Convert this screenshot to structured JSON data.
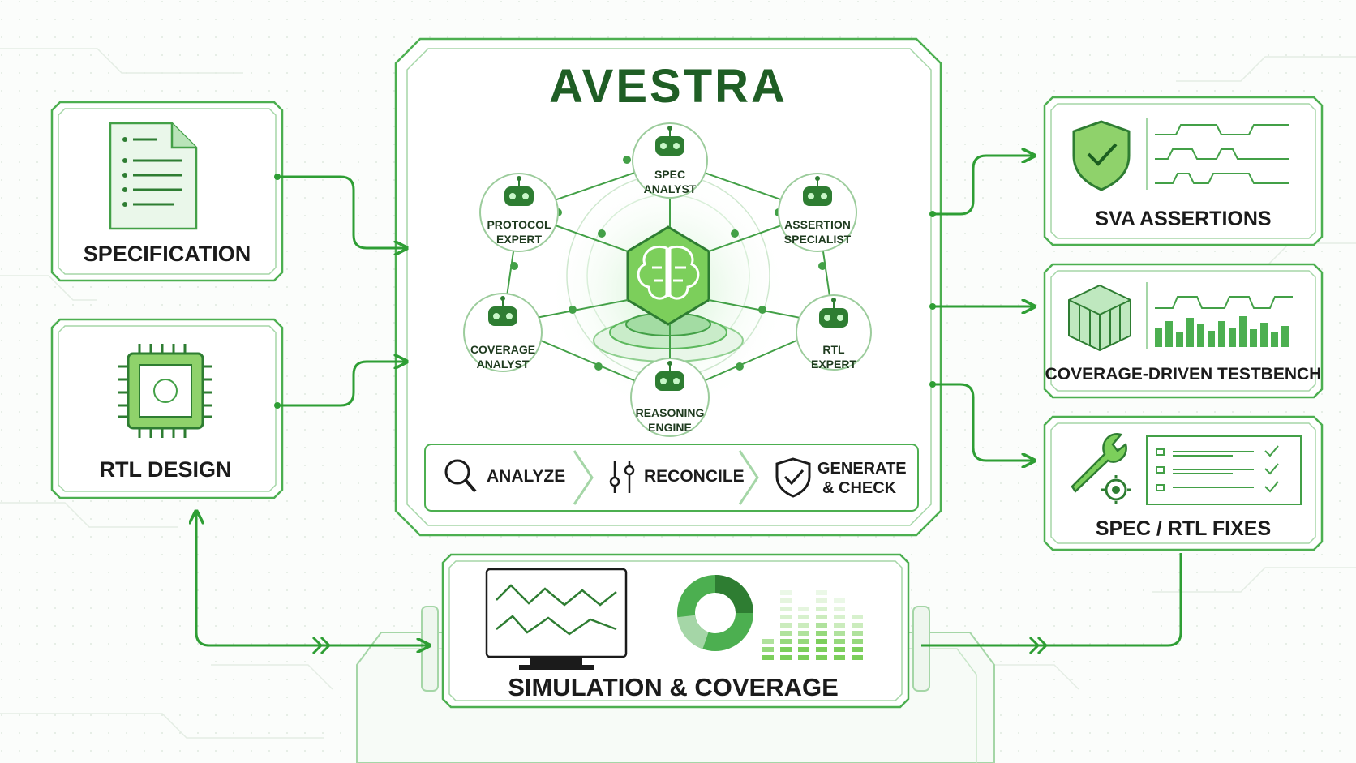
{
  "title": "AVESTRA",
  "inputs": {
    "specification": "SPECIFICATION",
    "rtl_design": "RTL DESIGN"
  },
  "agents": {
    "spec_analyst": [
      "SPEC",
      "ANALYST"
    ],
    "protocol_expert": [
      "PROTOCOL",
      "EXPERT"
    ],
    "assertion_specialist": [
      "ASSERTION",
      "SPECIALIST"
    ],
    "coverage_analyst": [
      "COVERAGE",
      "ANALYST"
    ],
    "rtl_expert": [
      "RTL",
      "EXPERT"
    ],
    "reasoning_engine": [
      "REASONING",
      "ENGINE"
    ]
  },
  "steps": {
    "analyze": "ANALYZE",
    "reconcile": "RECONCILE",
    "generate_check": [
      "GENERATE",
      "& CHECK"
    ]
  },
  "outputs": {
    "sva_assertions": "SVA ASSERTIONS",
    "coverage_testbench": "COVERAGE-DRIVEN TESTBENCH",
    "spec_rtl_fixes": "SPEC / RTL FIXES"
  },
  "simulation": {
    "label": "SIMULATION & COVERAGE"
  },
  "colors": {
    "accent": "#2e9e34",
    "light_accent": "#a5d6a7",
    "title": "#1f5e25"
  }
}
